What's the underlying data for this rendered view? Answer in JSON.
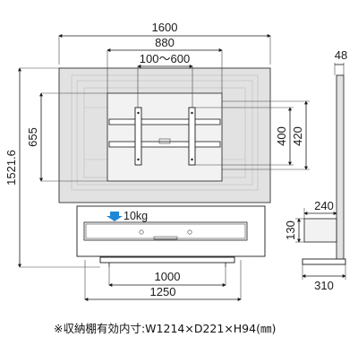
{
  "dimensions": {
    "overall_width": "1600",
    "mount_width": "880",
    "mount_range": "100～600",
    "mount_height": "655",
    "overall_height": "1521.6",
    "vesa_400": "400",
    "vesa_420": "420",
    "shelf_load": "10kg",
    "base_inner": "1000",
    "base_outer": "1250",
    "side_top_thickness": "48",
    "shelf_depth": "240",
    "shelf_height": "130",
    "base_depth": "310"
  },
  "note": "※収納棚有効内寸:W1214×D221×H94(㎜)",
  "colors": {
    "panel_fill": "#e2e2e2",
    "load_arrow": "#1e88d6",
    "line": "#1a1a1a"
  }
}
